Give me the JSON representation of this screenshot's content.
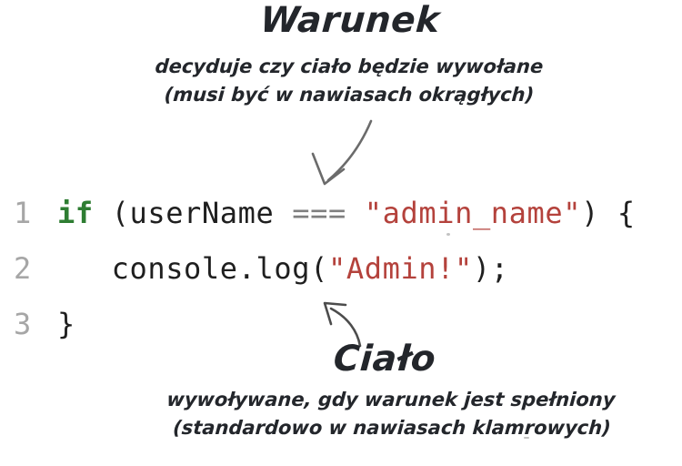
{
  "annotations": {
    "top": {
      "title": "Warunek",
      "line1": "decyduje czy ciało będzie wywołane",
      "line2": "(musi być w nawiasach okrągłych)"
    },
    "bottom": {
      "title": "Ciało",
      "line1": "wywoływane, gdy warunek jest spełniony",
      "line2": "(standardowo w nawiasach klamrowych)"
    }
  },
  "code": {
    "language": "javascript",
    "lines": [
      {
        "num": "1",
        "kw": "if",
        "t1": " (userName ",
        "op": "===",
        "t2": " ",
        "str": "\"admin_name\"",
        "t3": ") {"
      },
      {
        "num": "2",
        "t1": "   console.log(",
        "str": "\"Admin!\"",
        "t2": ");"
      },
      {
        "num": "3",
        "t1": "}"
      }
    ]
  },
  "icons": {
    "top_arrow": "curved-arrow-pointing-down-to-condition",
    "bottom_arrow": "curved-arrow-pointing-up-to-body"
  },
  "colors": {
    "background": "#ffffff",
    "code_plain": "#1f1f1f",
    "code_keyword": "#2e7d32",
    "code_string": "#b4423c",
    "code_operator": "#7f7f7f",
    "line_number": "#a6a6a6",
    "handwriting": "#23262b",
    "arrow_top": "#6b6b6b",
    "arrow_bottom": "#4c4c4c"
  }
}
